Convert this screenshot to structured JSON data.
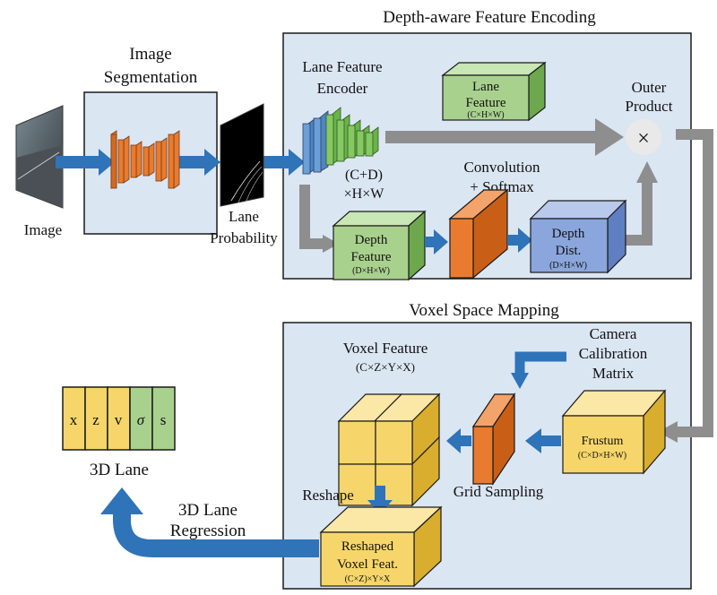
{
  "colors": {
    "panel_fill": "#dbe6f3",
    "panel_stroke": "#1a1a1a",
    "blue_arrow": "#2f73b9",
    "gray_arrow": "#8e8e8e",
    "orange": "#e87b2f",
    "green": "#9ccf7d",
    "yellow": "#f6d66a",
    "purple_blue": "#8aa6dc",
    "lane_green": "#a9d18e"
  },
  "titles": {
    "depth_encoding": "Depth-aware Feature Encoding",
    "voxel_mapping": "Voxel Space Mapping",
    "image_segmentation_line1": "Image",
    "image_segmentation_line2": "Segmentation"
  },
  "labels": {
    "image": "Image",
    "lane_prob_line1": "Lane",
    "lane_prob_line2": "Probability",
    "lane_feature_encoder_line1": "Lane Feature",
    "lane_feature_encoder_line2": "Encoder",
    "encoder_dims_line1": "(C+D)",
    "encoder_dims_line2": "×H×W",
    "lane_feature_line1": "Lane",
    "lane_feature_line2": "Feature",
    "lane_feature_dims": "(C×H×W)",
    "outer_product_line1": "Outer",
    "outer_product_line2": "Product",
    "outer_product_symbol": "×",
    "conv_softmax_line1": "Convolution",
    "conv_softmax_line2": "+ Softmax",
    "depth_feature_line1": "Depth",
    "depth_feature_line2": "Feature",
    "depth_feature_dims": "(D×H×W)",
    "depth_dist_line1": "Depth",
    "depth_dist_line2": "Dist.",
    "depth_dist_dims": "(D×H×W)",
    "camera_line1": "Camera",
    "camera_line2": "Calibration",
    "camera_line3": "Matrix",
    "voxel_feature": "Voxel Feature",
    "voxel_feature_dims": "(C×Z×Y×X)",
    "frustum": "Frustum",
    "frustum_dims": "(C×D×H×W)",
    "grid_sampling": "Grid Sampling",
    "reshape": "Reshape",
    "reshaped_line1": "Reshaped",
    "reshaped_line2": "Voxel Feat.",
    "reshaped_dims": "(C×Z)×Y×X",
    "regression_line1": "3D Lane",
    "regression_line2": "Regression",
    "lane3d": "3D Lane"
  },
  "lane_vector": [
    "x",
    "z",
    "v",
    "σ",
    "s"
  ]
}
